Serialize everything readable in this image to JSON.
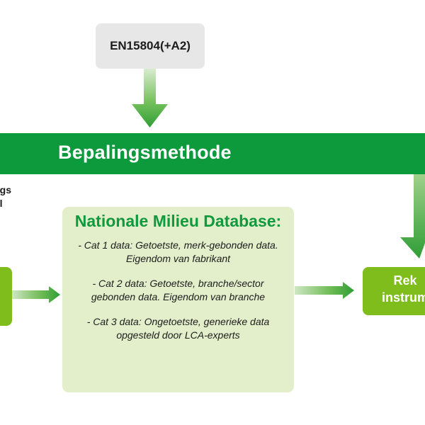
{
  "standard": {
    "label": "EN15804(+A2)"
  },
  "method": {
    "label": "Bepalingsmethode"
  },
  "left_label": {
    "line1": "...gs",
    "line2": "...l"
  },
  "nmd": {
    "title": "Nationale Milieu Database:",
    "items": [
      "- Cat 1 data: Getoetste, merk-gebonden data. Eigendom van fabrikant",
      "- Cat 2 data: Getoetste, branche/sector gebonden data. Eigendom van branche",
      "- Cat 3 data: Ongetoetste, generieke data opgesteld door LCA-experts"
    ]
  },
  "tool": {
    "line1": "Rek",
    "line2": "instrum"
  },
  "colors": {
    "banner_green": "#0c9a3c",
    "box_light_green": "#e3eecb",
    "box_lime": "#7ebd1c",
    "box_grey": "#e7e7e7",
    "title_green": "#0f9a3d"
  }
}
